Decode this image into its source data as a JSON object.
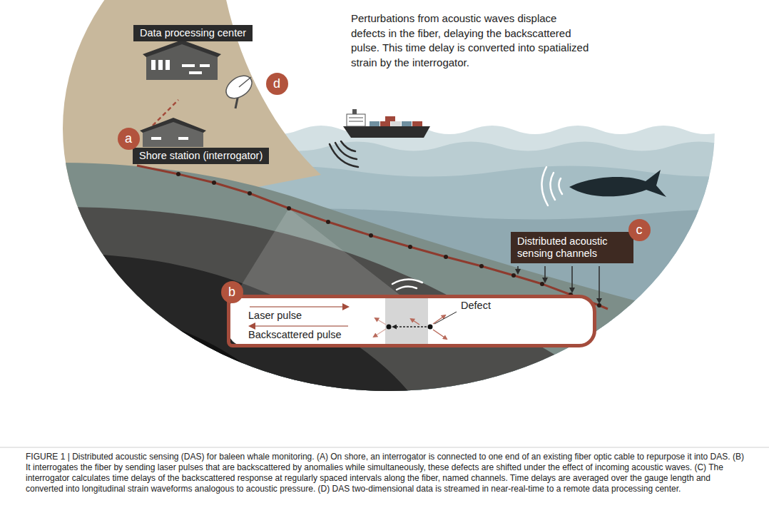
{
  "diagram": {
    "caption": "FIGURE 1 | Distributed acoustic sensing (DAS) for baleen whale monitoring. (A) On shore, an interrogator is connected to one end of an existing fiber optic cable to repurpose it into DAS. (B) It interrogates the fiber by sending laser pulses that are backscattered by anomalies while simultaneously, these defects are shifted under the effect of incoming acoustic waves. (C) The interrogator calculates time delays of the backscattered response at regularly spaced intervals along the fiber, named channels. Time delays are averaged over the gauge length and converted into longitudinal strain waveforms analogous to acoustic pressure. (D) DAS two-dimensional data is streamed in near-real-time to a remote data processing center.",
    "nodes": [
      {
        "text": [
          "Data processing center"
        ]
      },
      {
        "text": [
          "d"
        ]
      },
      {
        "text": [
          "a"
        ]
      },
      {
        "text": [
          "Shore station (interrogator)"
        ]
      },
      {
        "text": [
          "c"
        ]
      },
      {
        "text": [
          "Distributed acoustic sensing channels"
        ]
      },
      {
        "text": [
          "b"
        ]
      },
      {
        "text": [
          "Laser pulse",
          "Backscattered pulse",
          "Defect"
        ]
      }
    ],
    "labels": [
      "Perturbations from acoustic waves displace defects in the fiber, delaying the backscattered pulse. This time delay is converted into spatialized strain by the interrogator."
    ]
  }
}
